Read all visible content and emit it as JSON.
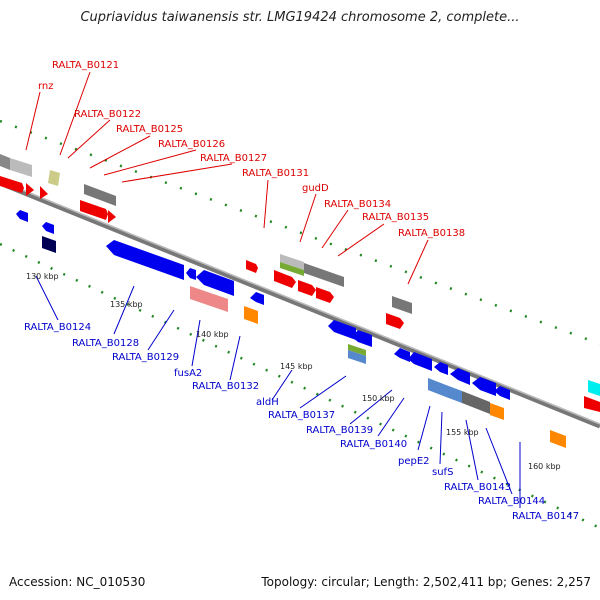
{
  "title": "Cupriavidus taiwanensis str. LMG19424 chromosome 2, complete...",
  "footer": {
    "accession": "Accession: NC_010530",
    "summary": "Topology: circular; Length: 2,502,411 bp; Genes: 2,257"
  },
  "colors": {
    "forward_label": "#dd0000",
    "reverse_label": "#0000cc",
    "backbone": "#888888",
    "tick_dots": "#228822"
  },
  "ticks": [
    "130 kbp",
    "135 kbp",
    "140 kbp",
    "145 kbp",
    "150 kbp",
    "155 kbp",
    "160 kbp"
  ],
  "forward_labels": [
    "rnz",
    "RALTA_B0121",
    "RALTA_B0122",
    "RALTA_B0125",
    "RALTA_B0126",
    "RALTA_B0127",
    "RALTA_B0131",
    "gudD",
    "RALTA_B0134",
    "RALTA_B0135",
    "RALTA_B0138"
  ],
  "reverse_labels": [
    "RALTA_B0124",
    "RALTA_B0128",
    "RALTA_B0129",
    "fusA2",
    "RALTA_B0132",
    "aldH",
    "RALTA_B0137",
    "RALTA_B0139",
    "RALTA_B0140",
    "pepE2",
    "sufS",
    "RALTA_B0143",
    "RALTA_B0144",
    "RALTA_B0147"
  ]
}
